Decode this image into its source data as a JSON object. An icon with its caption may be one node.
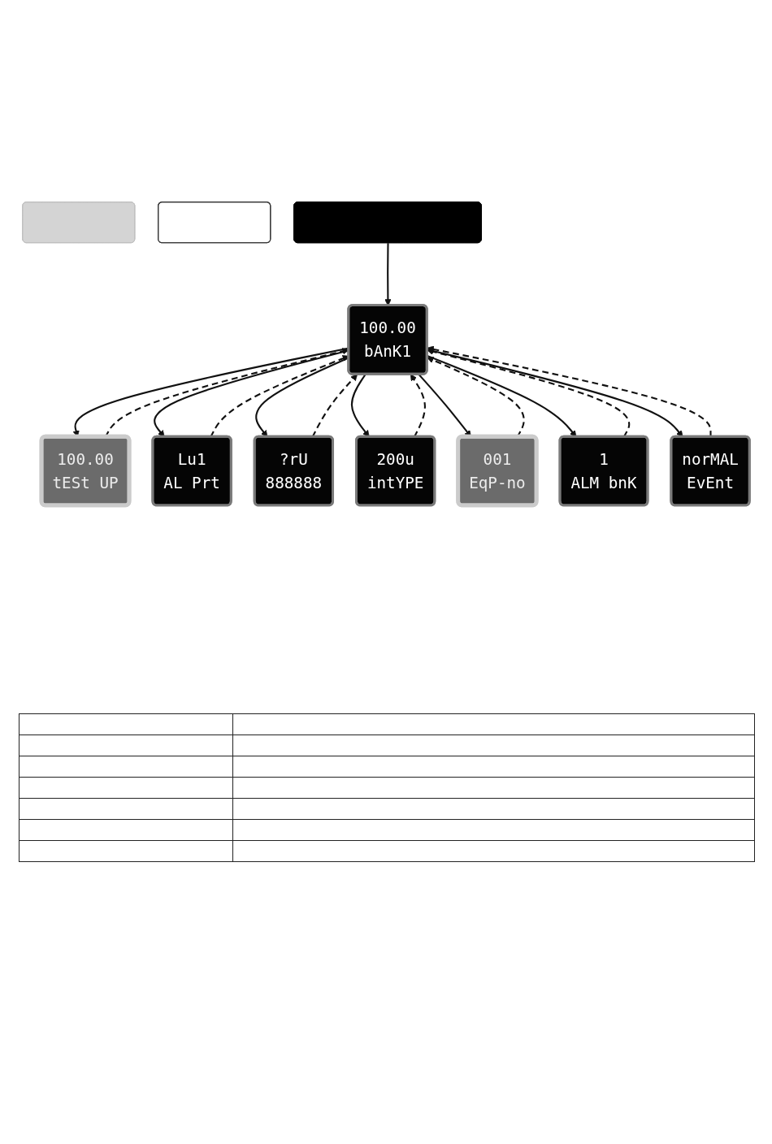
{
  "diagram": {
    "nodes": [
      {
        "text": [],
        "shape": "box"
      },
      {
        "text": [],
        "shape": "box"
      },
      {
        "text": [],
        "shape": "box"
      },
      {
        "text": [
          "100.00",
          "tESt UP"
        ]
      },
      {
        "text": [
          "100.00",
          "bAnK1"
        ]
      },
      {
        "text": [
          "Lu1",
          "AL Prt"
        ]
      },
      {
        "text": [
          "?rU",
          "888888"
        ]
      },
      {
        "text": [
          "200u",
          "intYPE"
        ]
      },
      {
        "text": [
          "001",
          "EqP-no"
        ]
      },
      {
        "text": [
          "1",
          "ALM bnK"
        ]
      },
      {
        "text": [
          "norMAL",
          "EvEnt"
        ]
      }
    ],
    "edges": [
      {
        "from": 2,
        "to": 4,
        "arrow": "to"
      },
      {
        "from": 4,
        "to": 3,
        "arrow": "to"
      },
      {
        "from": 3,
        "to": 4,
        "arrow": "to",
        "style": "dashed"
      },
      {
        "from": 4,
        "to": 5,
        "arrow": "to"
      },
      {
        "from": 5,
        "to": 4,
        "arrow": "to",
        "style": "dashed"
      },
      {
        "from": 4,
        "to": 6,
        "arrow": "to"
      },
      {
        "from": 6,
        "to": 4,
        "arrow": "to",
        "style": "dashed"
      },
      {
        "from": 4,
        "to": 7,
        "arrow": "to"
      },
      {
        "from": 7,
        "to": 4,
        "arrow": "to",
        "style": "dashed"
      },
      {
        "from": 4,
        "to": 8,
        "arrow": "to"
      },
      {
        "from": 8,
        "to": 4,
        "arrow": "to",
        "style": "dashed"
      },
      {
        "from": 4,
        "to": 9,
        "arrow": "to"
      },
      {
        "from": 9,
        "to": 4,
        "arrow": "to",
        "style": "dashed"
      },
      {
        "from": 4,
        "to": 10,
        "arrow": "to"
      },
      {
        "from": 10,
        "to": 4,
        "arrow": "to",
        "style": "dashed"
      }
    ]
  }
}
